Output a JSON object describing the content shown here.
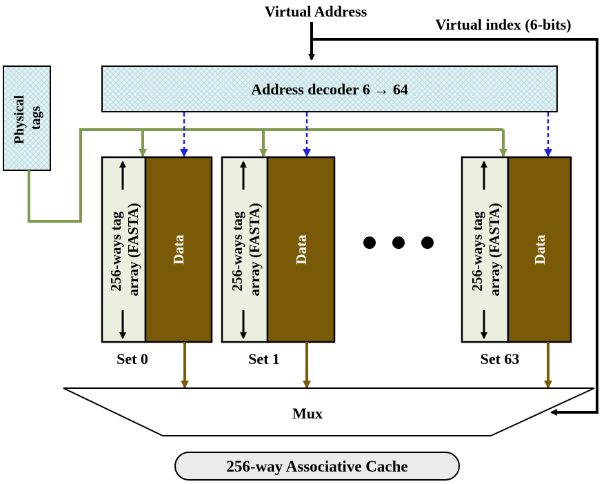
{
  "labels": {
    "virtual_address": "Virtual Address",
    "virtual_index": "Virtual index (6-bits)",
    "decoder": "Address decoder 6 → 64",
    "physical_tags": "Physical tags",
    "tag_array_line1": "256-ways tag",
    "tag_array_line2": "array (FASTA)",
    "data": "Data",
    "set0": "Set 0",
    "set1": "Set 1",
    "set63": "Set 63",
    "mux": "Mux",
    "caption": "256-way Associative Cache"
  },
  "colors": {
    "hatch_fill": "#e3f1f3",
    "hatch_line": "#b6dbe2",
    "tag_array_fill": "#ebefe0",
    "data_fill": "#7a5a06",
    "data_text": "#ffffff",
    "green_wire": "#7f9a4e",
    "blue_arrow": "#1f1fe0",
    "brown_arrow": "#7a5a06",
    "caption_fill": "#ebebeb"
  }
}
